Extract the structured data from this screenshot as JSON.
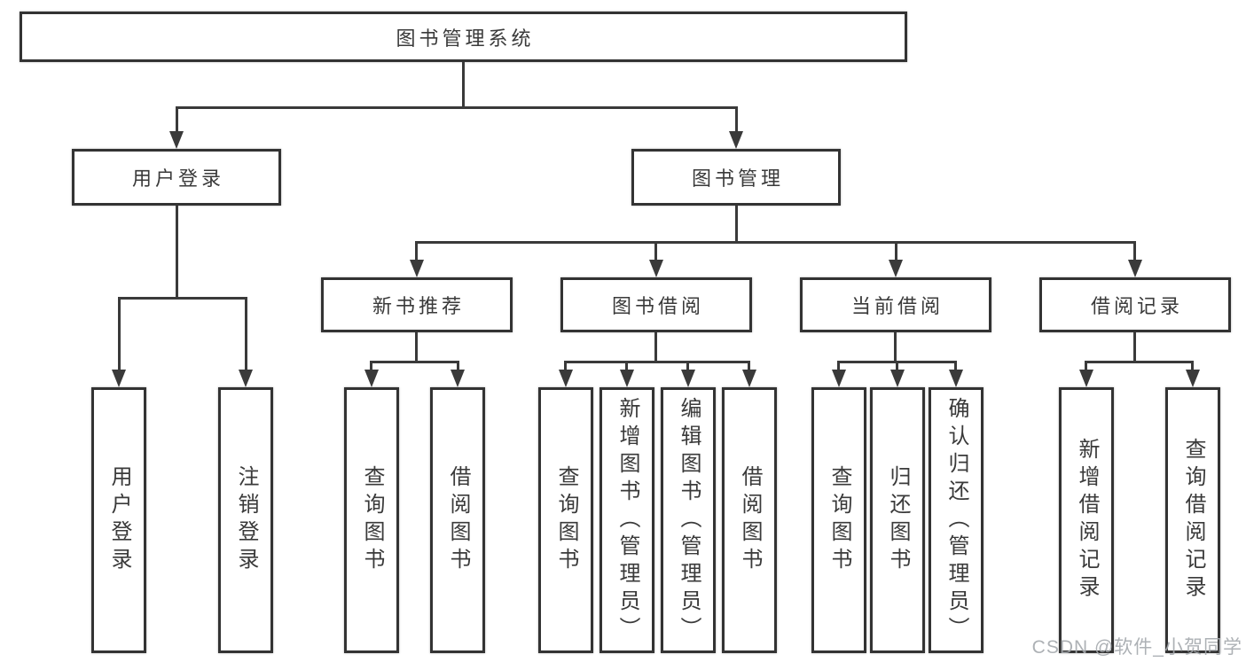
{
  "tree": {
    "label": "图书管理系统",
    "children": [
      {
        "label": "用户登录",
        "children": [
          {
            "label": "用户登录"
          },
          {
            "label": "注销登录"
          }
        ]
      },
      {
        "label": "图书管理",
        "children": [
          {
            "label": "新书推荐",
            "children": [
              {
                "label": "查询图书"
              },
              {
                "label": "借阅图书"
              }
            ]
          },
          {
            "label": "图书借阅",
            "children": [
              {
                "label": "查询图书"
              },
              {
                "label": "新增图书（管理员）"
              },
              {
                "label": "编辑图书（管理员）"
              },
              {
                "label": "借阅图书"
              }
            ]
          },
          {
            "label": "当前借阅",
            "children": [
              {
                "label": "查询图书"
              },
              {
                "label": "归还图书"
              },
              {
                "label": "确认归还（管理员）"
              }
            ]
          },
          {
            "label": "借阅记录",
            "children": [
              {
                "label": "新增借阅记录"
              },
              {
                "label": "查询借阅记录"
              }
            ]
          }
        ]
      }
    ]
  },
  "watermark": "CSDN @软件_小贺同学",
  "colors": {
    "background": "#ffffff",
    "box_border": "#333333",
    "connector": "#3a3a3a",
    "text": "#3a3a3a",
    "watermark": "#a4a8ad"
  }
}
